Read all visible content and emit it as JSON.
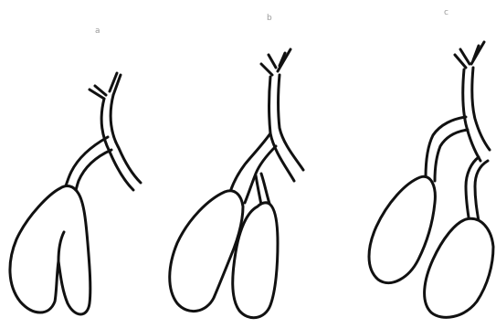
{
  "panels": [
    {
      "label": "a",
      "variant": "bilobed gallbladder, single cystic duct"
    },
    {
      "label": "b",
      "variant": "duplicated gallbladder, Y-shaped cystic ducts"
    },
    {
      "label": "c",
      "variant": "duplicated gallbladder, separate cystic ducts"
    }
  ],
  "colors": {
    "outline": "#111111",
    "background": "#ffffff",
    "label": "#9a9a9a"
  }
}
